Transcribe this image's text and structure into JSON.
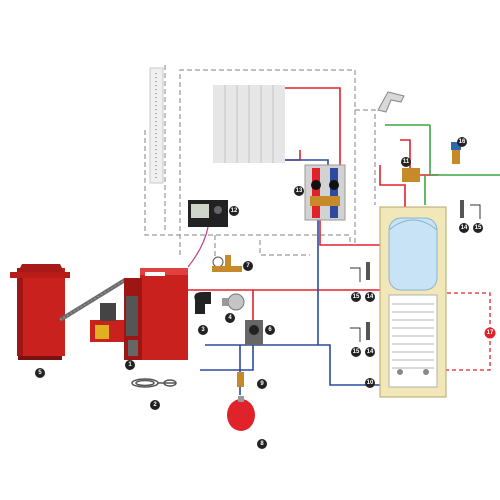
{
  "components": [
    {
      "id": "1",
      "name": "pellet-boiler"
    },
    {
      "id": "2",
      "name": "sensor-cable"
    },
    {
      "id": "3",
      "name": "flue-pipe-elbow"
    },
    {
      "id": "4",
      "name": "thermostatic-valve"
    },
    {
      "id": "5",
      "name": "pellet-hopper"
    },
    {
      "id": "6",
      "name": "pump-group"
    },
    {
      "id": "7",
      "name": "safety-group"
    },
    {
      "id": "8",
      "name": "expansion-vessel"
    },
    {
      "id": "9",
      "name": "vessel-connector"
    },
    {
      "id": "10",
      "name": "buffer-tank"
    },
    {
      "id": "11",
      "name": "mixing-valve"
    },
    {
      "id": "12",
      "name": "controller"
    },
    {
      "id": "13",
      "name": "heating-pump-station"
    },
    {
      "id": "14",
      "name": "thermometer"
    },
    {
      "id": "15",
      "name": "immersion-sensor"
    },
    {
      "id": "16",
      "name": "relief-valve"
    },
    {
      "id": "17",
      "name": "circulation-line"
    }
  ],
  "colors": {
    "flow": "#e0232a",
    "return": "#2b4aa0",
    "cold_water": "#3aa640",
    "signal": "#9a9a9a",
    "boiler_red": "#c9211e",
    "tank_frame": "#f1e7b8",
    "tank_blue": "#c7e3f5"
  }
}
